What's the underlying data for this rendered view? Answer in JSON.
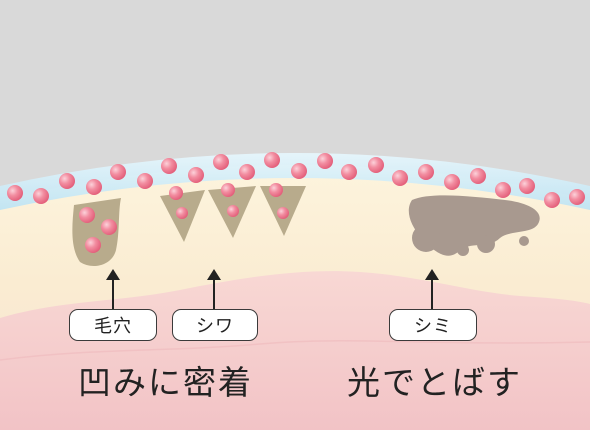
{
  "labels": {
    "pores": "毛穴",
    "wrinkles": "シワ",
    "spots": "シミ"
  },
  "captions": {
    "left": "凹みに密着",
    "right": "光でとばす"
  },
  "colors": {
    "background": "#d9d9d9",
    "film": "#bfe6f5",
    "skin_top": "#fbf0d6",
    "skin_bottom": "#f4c9c9",
    "pore": "#b5a888",
    "spot": "#a89a93",
    "particle": "#ef7e93"
  }
}
